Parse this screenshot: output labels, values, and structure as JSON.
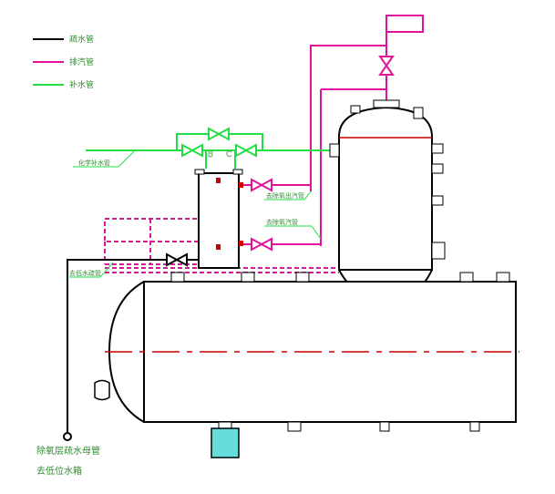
{
  "legend": [
    {
      "label": "疏水管",
      "color": "#000000"
    },
    {
      "label": "排汽管",
      "color": "#e0119a"
    },
    {
      "label": "补水管",
      "color": "#22dd44"
    }
  ],
  "labels": {
    "chem_water": "化学补水管",
    "steam_out": "去除氧出汽管",
    "steam_in": "去除氧汽管",
    "drain_bottom": "去低水疏管",
    "bottom_line1": "除氧层疏水母管",
    "bottom_line2": "去低位水箱",
    "valve_b": "B",
    "valve_c": "C"
  },
  "colors": {
    "drain": "#000000",
    "steam": "#e0119a",
    "water": "#22dd44",
    "centerline": "#cc0000",
    "tank_fill": "#66dddd"
  }
}
